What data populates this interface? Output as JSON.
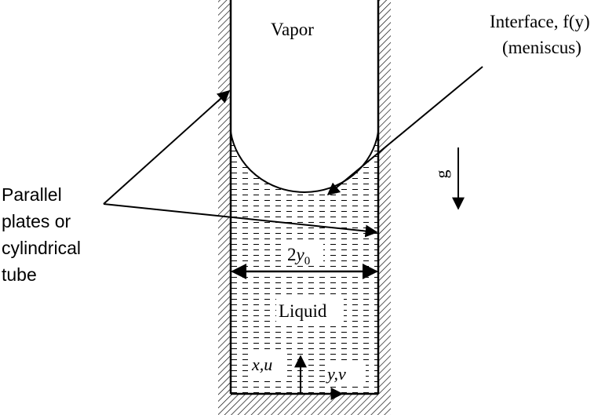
{
  "labels": {
    "vapor": "Vapor",
    "interface_line1": "Interface, f(y)",
    "interface_line2": "(meniscus)",
    "gravity": "g",
    "plates_line1": "Parallel",
    "plates_line2": "plates or",
    "plates_line3": "cylindrical",
    "plates_line4": "tube",
    "width_coefficient": "2",
    "width_variable": "y",
    "width_subscript": "0",
    "liquid": "Liquid",
    "axis_x": "x,u",
    "axis_y": "y,v"
  },
  "colors": {
    "line": "#000000",
    "background": "#ffffff"
  }
}
